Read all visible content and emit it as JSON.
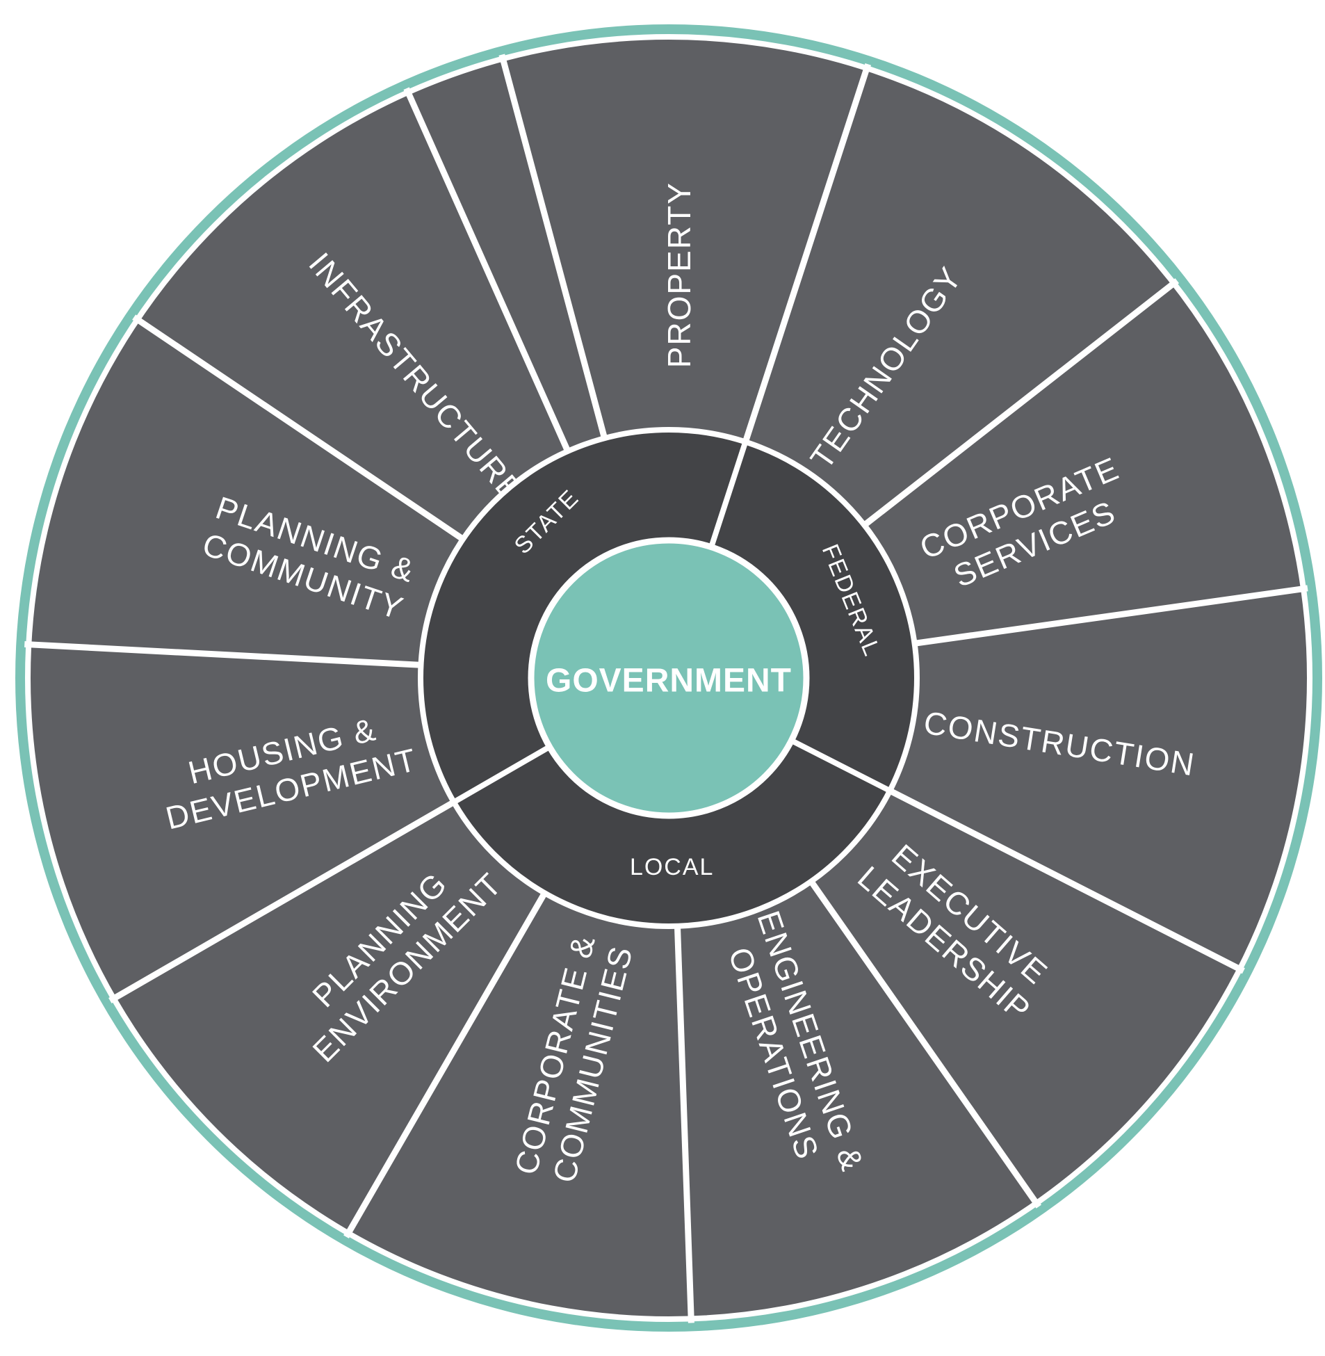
{
  "colors": {
    "accent": "#7ac2b5",
    "segment": "#5e5f63",
    "ring": "#434447",
    "divider": "#ffffff",
    "text": "#ffffff"
  },
  "center": {
    "label": "GOVERNMENT"
  },
  "levels": [
    {
      "label": "STATE"
    },
    {
      "label": "FEDERAL"
    },
    {
      "label": "LOCAL"
    }
  ],
  "segments": [
    {
      "lines": [
        "PROPERTY"
      ]
    },
    {
      "lines": [
        "TECHNOLOGY"
      ]
    },
    {
      "lines": [
        "CORPORATE",
        "SERVICES"
      ]
    },
    {
      "lines": [
        "CONSTRUCTION"
      ]
    },
    {
      "lines": [
        "EXECUTIVE",
        "LEADERSHIP"
      ]
    },
    {
      "lines": [
        "ENGINEERING &",
        "OPERATIONS"
      ]
    },
    {
      "lines": [
        "CORPORATE &",
        "COMMUNITIES"
      ]
    },
    {
      "lines": [
        "PLANNING",
        "ENVIRONMENT"
      ]
    },
    {
      "lines": [
        "HOUSING &",
        "DEVELOPMENT"
      ]
    },
    {
      "lines": [
        "PLANNING &",
        "COMMUNITY"
      ]
    },
    {
      "lines": [
        "INFRASTRUCTURE"
      ]
    }
  ]
}
